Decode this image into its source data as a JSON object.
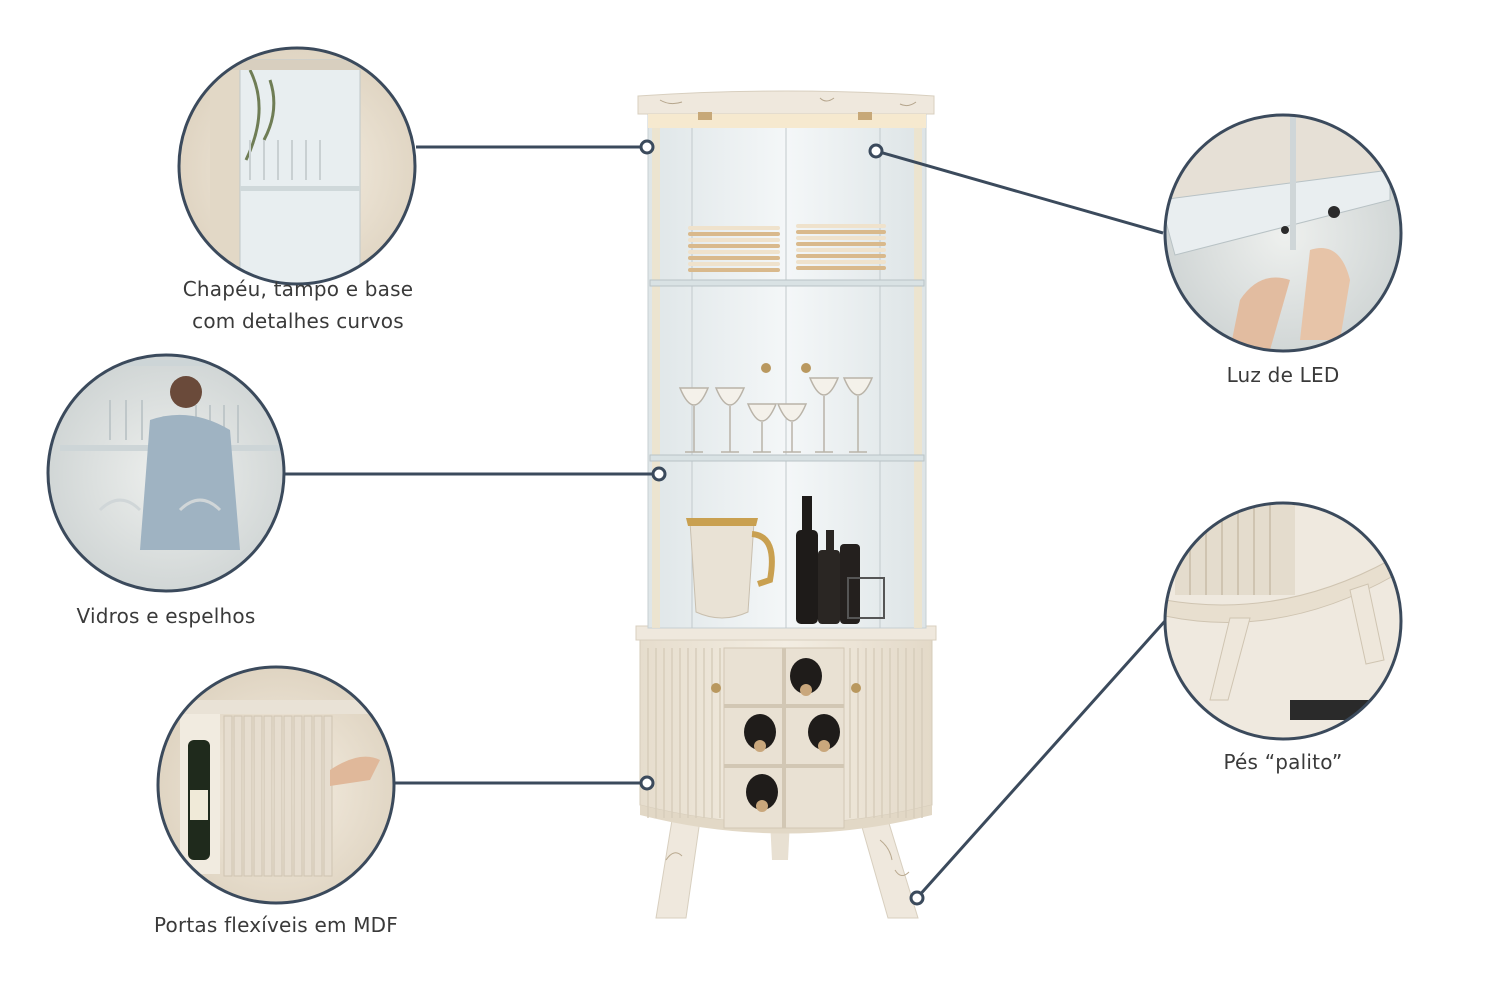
{
  "colors": {
    "background": "#ffffff",
    "callout_line": "#3b4a5c",
    "circle_ring": "#3b4a5c",
    "cabinet_body": "#ece4d6",
    "cabinet_marble": "#f2ece2",
    "glass": "#e8eef0",
    "caption_text": "#3a3a3a"
  },
  "features": [
    {
      "id": "curved-details",
      "label_lines": [
        "Chapéu, tampo e base",
        "com detalhes curvos"
      ]
    },
    {
      "id": "led-light",
      "label_lines": [
        "Luz de LED"
      ]
    },
    {
      "id": "glass-mirrors",
      "label_lines": [
        "Vidros e espelhos"
      ]
    },
    {
      "id": "flexible-doors",
      "label_lines": [
        "Portas flexíveis em MDF"
      ]
    },
    {
      "id": "stick-feet",
      "label_lines": [
        "Pés “palito”"
      ]
    }
  ]
}
